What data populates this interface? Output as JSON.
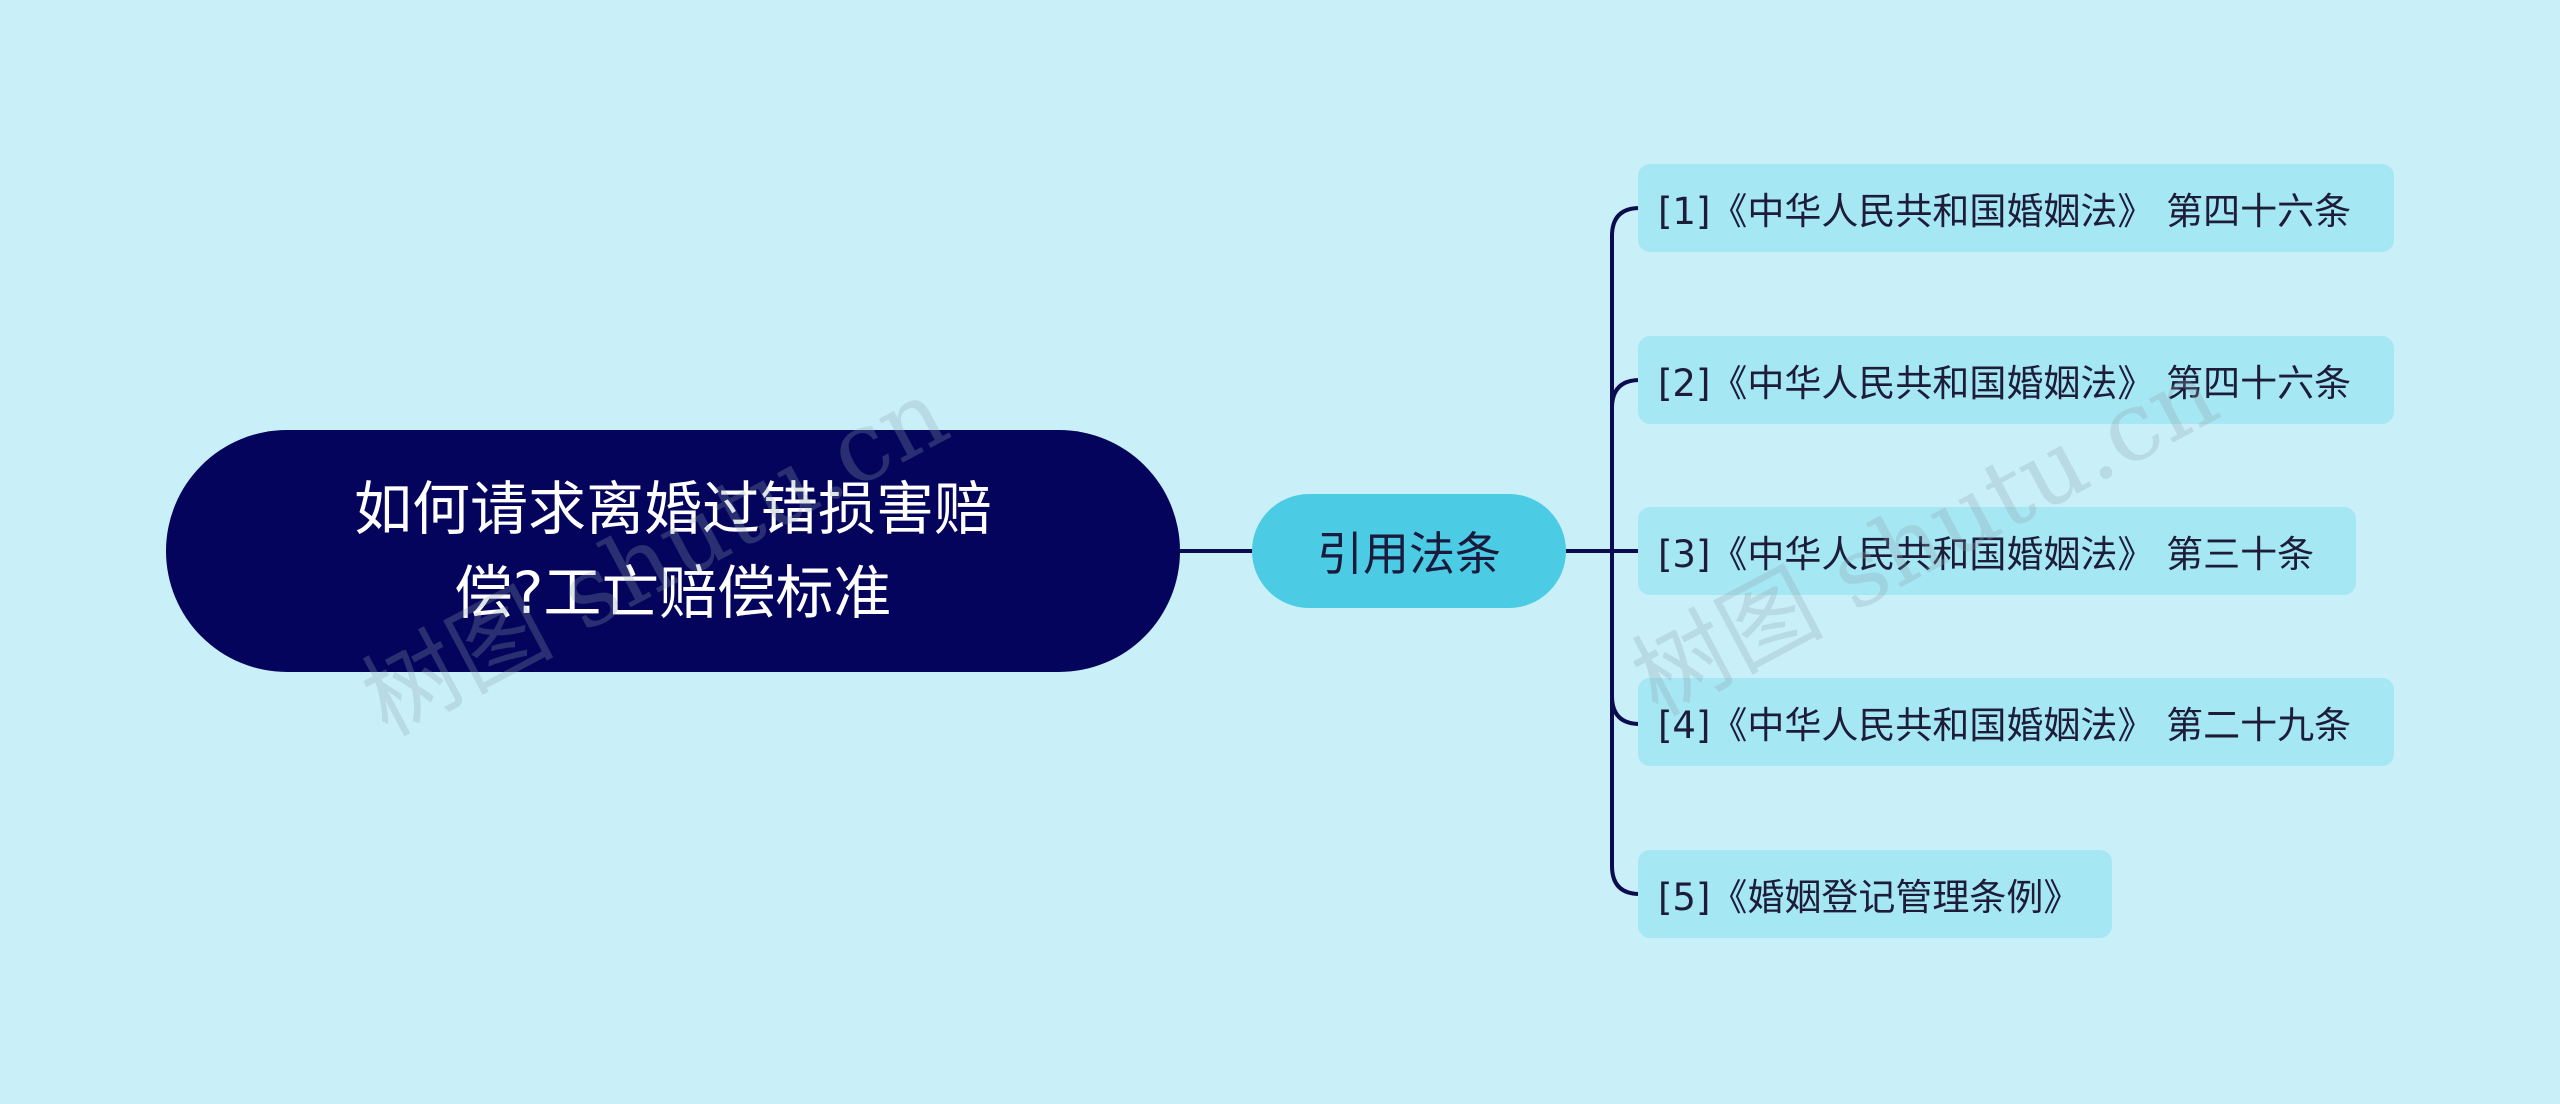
{
  "root": {
    "line1": "如何请求离婚过错损害赔",
    "line2": "偿?工亡赔偿标准"
  },
  "branch": {
    "label": "引用法条"
  },
  "leaves": [
    "[1]《中华人民共和国婚姻法》 第四十六条",
    "[2]《中华人民共和国婚姻法》 第四十六条",
    "[3]《中华人民共和国婚姻法》 第三十条",
    "[4]《中华人民共和国婚姻法》 第二十九条",
    "[5]《婚姻登记管理条例》"
  ],
  "watermark": "树图 shutu.cn",
  "colors": {
    "background": "#c9f0f8",
    "root_fill": "#04045c",
    "branch_fill": "#4ccbe4",
    "leaf_fill": "#a6e7f4",
    "connector": "#0b0b50"
  }
}
